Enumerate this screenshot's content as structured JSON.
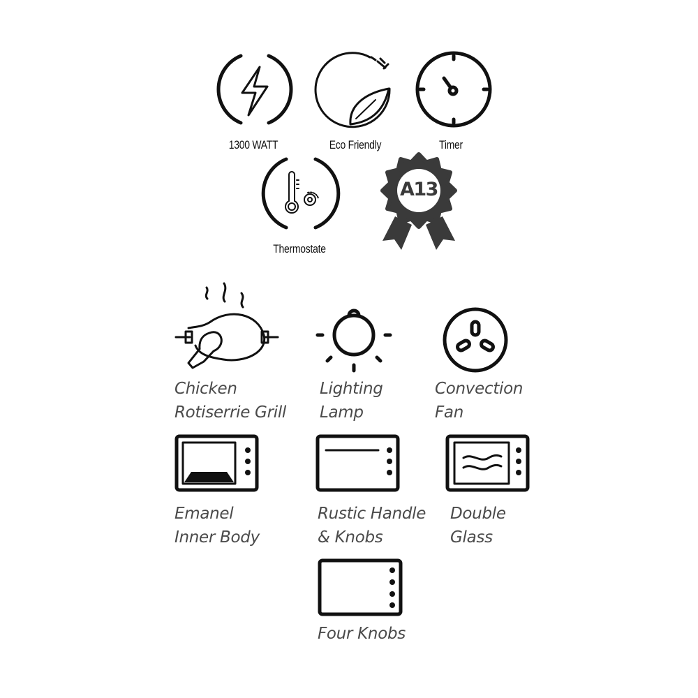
{
  "top_features": [
    {
      "label": "1300 WATT",
      "icon": "lightning-icon"
    },
    {
      "label": "Eco Friendly",
      "icon": "eco-leaf-plug-icon"
    },
    {
      "label": "Timer",
      "icon": "timer-icon"
    },
    {
      "label": "Thermostate",
      "icon": "thermometer-icon"
    }
  ],
  "badge": {
    "text": "A13",
    "icon": "award-badge-icon",
    "color": "#3a3a3a"
  },
  "features": [
    {
      "line1": "Chicken",
      "line2": "Rotiserrie Grill",
      "icon": "rotisserie-chicken-icon"
    },
    {
      "line1": "Lighting",
      "line2": "Lamp",
      "icon": "lamp-icon"
    },
    {
      "line1": "Convection",
      "line2": "Fan",
      "icon": "fan-icon"
    },
    {
      "line1": "Emanel",
      "line2": "Inner Body",
      "icon": "oven-enamel-icon"
    },
    {
      "line1": "Rustic Handle",
      "line2": "& Knobs",
      "icon": "oven-handle-icon"
    },
    {
      "line1": "Double",
      "line2": "Glass",
      "icon": "oven-double-glass-icon"
    },
    {
      "line1": "Four Knobs",
      "icon": "oven-four-knobs-icon"
    }
  ]
}
